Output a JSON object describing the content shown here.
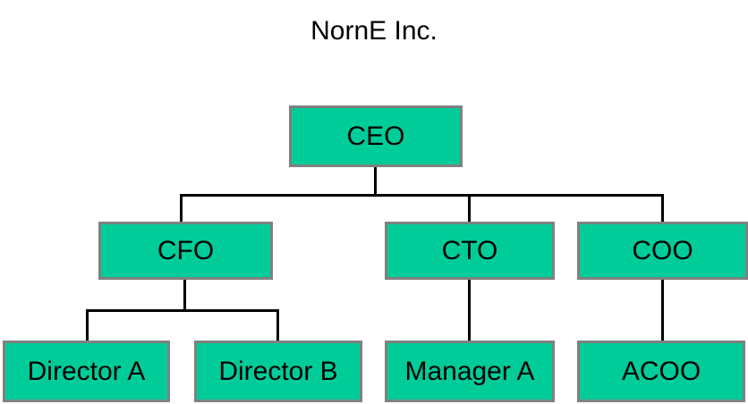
{
  "chart_data": {
    "type": "diagram",
    "diagram_kind": "org-chart",
    "title": "NornE Inc.",
    "orientation": "top-down",
    "colors": {
      "node_fill": "#00cc99",
      "node_border": "#808080",
      "connector": "#000000",
      "background": "#ffffff",
      "text": "#000000"
    },
    "nodes": [
      {
        "id": "ceo",
        "label": "CEO",
        "level": 0,
        "parent": null
      },
      {
        "id": "cfo",
        "label": "CFO",
        "level": 1,
        "parent": "ceo"
      },
      {
        "id": "cto",
        "label": "CTO",
        "level": 1,
        "parent": "ceo"
      },
      {
        "id": "coo",
        "label": "COO",
        "level": 1,
        "parent": "ceo"
      },
      {
        "id": "director-a",
        "label": "Director A",
        "level": 2,
        "parent": "cfo"
      },
      {
        "id": "director-b",
        "label": "Director B",
        "level": 2,
        "parent": "cfo"
      },
      {
        "id": "manager-a",
        "label": "Manager A",
        "level": 2,
        "parent": "cto"
      },
      {
        "id": "acoo",
        "label": "ACOO",
        "level": 2,
        "parent": "coo"
      }
    ],
    "edges": [
      {
        "from": "ceo",
        "to": "cfo"
      },
      {
        "from": "ceo",
        "to": "cto"
      },
      {
        "from": "ceo",
        "to": "coo"
      },
      {
        "from": "cfo",
        "to": "director-a"
      },
      {
        "from": "cfo",
        "to": "director-b"
      },
      {
        "from": "cto",
        "to": "manager-a"
      },
      {
        "from": "coo",
        "to": "acoo"
      }
    ]
  },
  "title": "NornE Inc.",
  "nodes": {
    "ceo": "CEO",
    "cfo": "CFO",
    "cto": "CTO",
    "coo": "COO",
    "director_a": "Director A",
    "director_b": "Director B",
    "manager_a": "Manager A",
    "acoo": "ACOO"
  }
}
